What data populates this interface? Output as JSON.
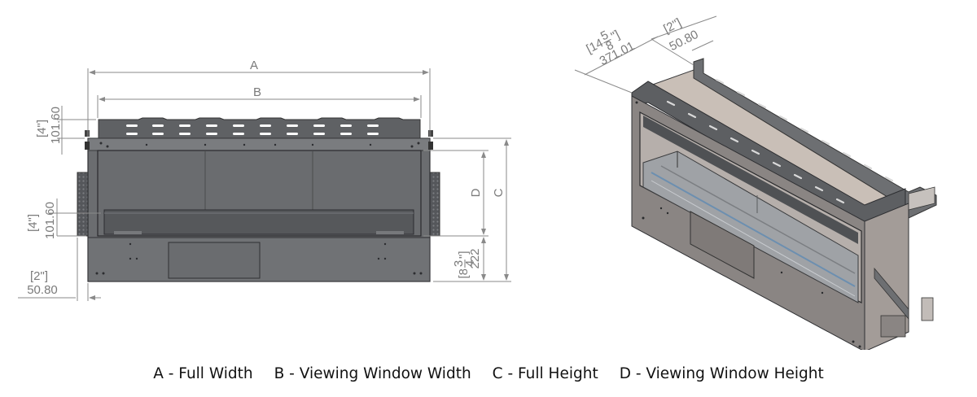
{
  "front_view": {
    "dim_a": "A",
    "dim_b": "B",
    "dim_c": "C",
    "dim_d": "D",
    "top_tab_in": "[4\"]",
    "top_tab_mm": "101.60",
    "lower_in": "[4\"]",
    "lower_mm": "101.60",
    "bottom_in": "[2\"]",
    "bottom_mm": "50.80",
    "sill_in_whole": "[8",
    "sill_in_num": "3",
    "sill_in_den": "4",
    "sill_in_close": "\"]",
    "sill_mm": "222"
  },
  "iso_view": {
    "depth_in_whole": "[14",
    "depth_in_num": "5",
    "depth_in_den": "8",
    "depth_in_close": "\"]",
    "depth_mm": "371.01",
    "flange_in": "[2\"]",
    "flange_mm": "50.80"
  },
  "legend": {
    "a": "A - Full Width",
    "b": "B - Viewing Window Width",
    "c": "C - Full Height",
    "d": "D - Viewing Window Height"
  }
}
